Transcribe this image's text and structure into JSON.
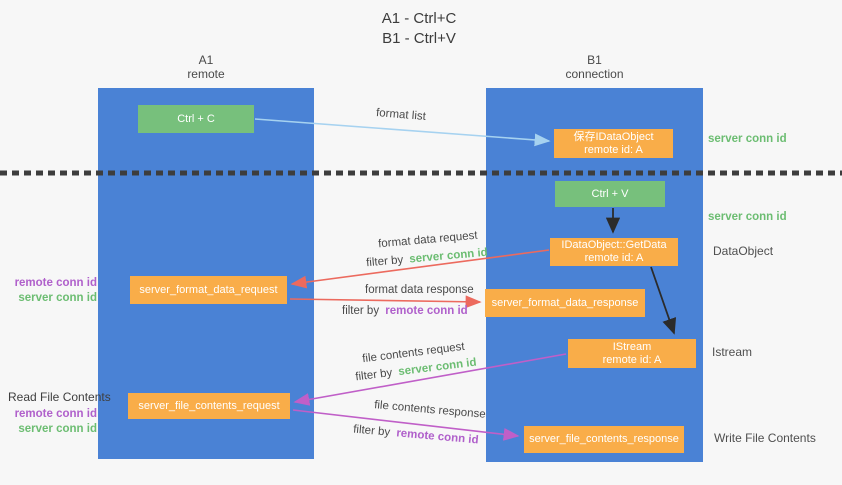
{
  "title": {
    "line1": "A1 - Ctrl+C",
    "line2": "B1 - Ctrl+V"
  },
  "lanes": {
    "left": {
      "name": "A1",
      "role": "remote"
    },
    "right": {
      "name": "B1",
      "role": "connection"
    }
  },
  "nodes": {
    "ctrl_c": {
      "label": "Ctrl + C"
    },
    "save_idataobject": {
      "line1": "保存IDataObject",
      "line2": "remote id: A"
    },
    "ctrl_v": {
      "label": "Ctrl + V"
    },
    "getdata": {
      "line1": "IDataObject::GetData",
      "line2": "remote id: A"
    },
    "format_request": {
      "label": "server_format_data_request"
    },
    "format_response": {
      "label": "server_format_data_response"
    },
    "istream": {
      "line1": "IStream",
      "line2": "remote id: A"
    },
    "file_request": {
      "label": "server_file_contents_request"
    },
    "file_response": {
      "label": "server_file_contents_response"
    }
  },
  "side_labels": {
    "server_conn_id_top": "server conn id",
    "server_conn_id_mid": "server conn id",
    "dataobject": "DataObject",
    "istream": "Istream",
    "write_file_contents": "Write File Contents",
    "read_file_contents": "Read File Contents",
    "mid_left": {
      "remote_conn_id": "remote conn id",
      "server_conn_id": "server conn id"
    },
    "bottom_left": {
      "remote_conn_id": "remote conn id",
      "server_conn_id": "server conn id"
    }
  },
  "edge_labels": {
    "format_list": "format list",
    "format_data_request": "format data request",
    "format_data_response": "format data response",
    "file_contents_request": "file contents request",
    "file_contents_response": "file contents response",
    "filter_by": "filter by",
    "server_conn_id": "server conn id",
    "remote_conn_id": "remote conn id"
  },
  "colors": {
    "lane_blue": "#4a82d5",
    "node_green": "#77c07c",
    "node_orange": "#f9ad49",
    "arrow_light_blue": "#a6d2f0",
    "arrow_red": "#ec6a5e",
    "arrow_magenta": "#c05fc8",
    "arrow_black": "#2b2b2b",
    "text_green": "#6cbd72",
    "text_purple": "#b060cb",
    "text_gray": "#4f4f4f"
  }
}
